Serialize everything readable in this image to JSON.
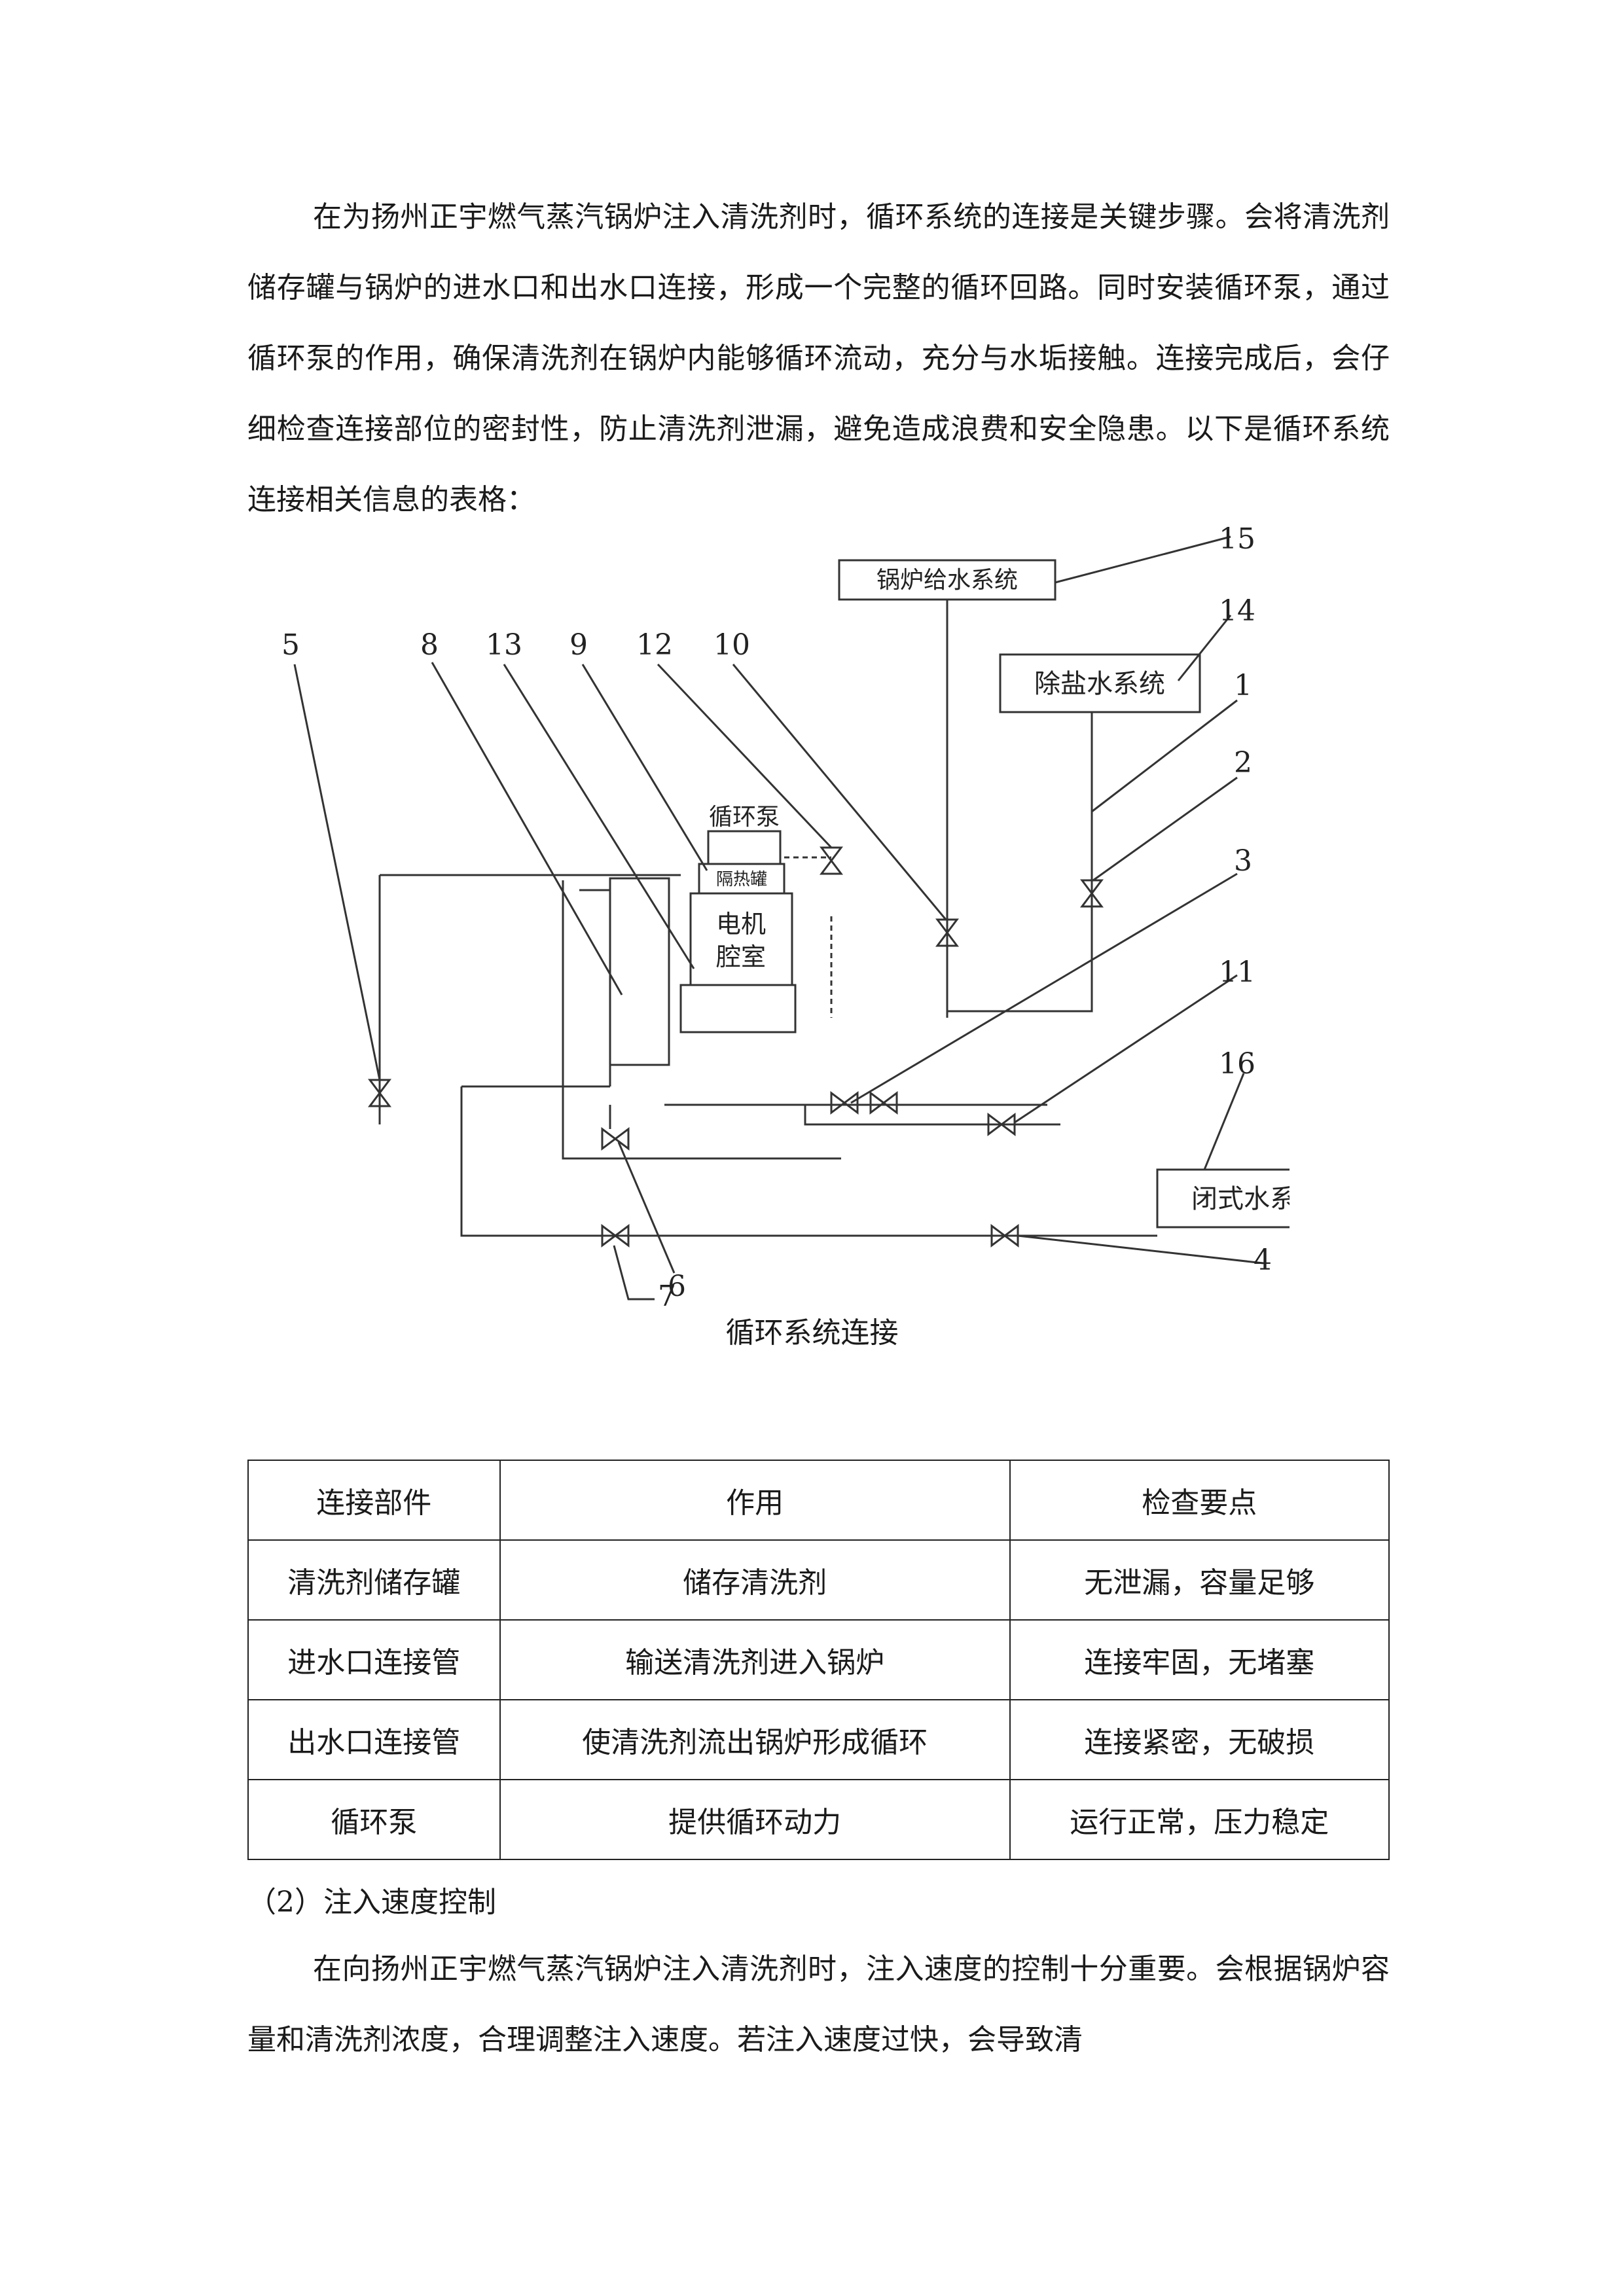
{
  "intro_paragraph": "在为扬州正宇燃气蒸汽锅炉注入清洗剂时，循环系统的连接是关键步骤。会将清洗剂储存罐与锅炉的进水口和出水口连接，形成一个完整的循环回路。同时安装循环泵，通过循环泵的作用，确保清洗剂在锅炉内能够循环流动，充分与水垢接触。连接完成后，会仔细检查连接部位的密封性，防止清洗剂泄漏，避免造成浪费和安全隐患。以下是循环系统连接相关信息的表格：",
  "diagram": {
    "boxes": {
      "boiler_feed": "锅炉给水系统",
      "demineralized": "除盐水系统",
      "closed_water": "闭式水系统",
      "pump": "循环泵",
      "insulation": "隔热罐",
      "motor_line1": "电机",
      "motor_line2": "腔室"
    },
    "callouts": {
      "n1": "1",
      "n2": "2",
      "n3": "3",
      "n4": "4",
      "n5": "5",
      "n6": "6",
      "n7": "7",
      "n8": "8",
      "n9": "9",
      "n10": "10",
      "n11": "11",
      "n12": "12",
      "n13": "13",
      "n14": "14",
      "n15": "15",
      "n16": "16"
    }
  },
  "caption": "循环系统连接",
  "table": {
    "headers": [
      "连接部件",
      "作用",
      "检查要点"
    ],
    "rows": [
      [
        "清洗剂储存罐",
        "储存清洗剂",
        "无泄漏，容量足够"
      ],
      [
        "进水口连接管",
        "输送清洗剂进入锅炉",
        "连接牢固，无堵塞"
      ],
      [
        "出水口连接管",
        "使清洗剂流出锅炉形成循环",
        "连接紧密，无破损"
      ],
      [
        "循环泵",
        "提供循环动力",
        "运行正常，压力稳定"
      ]
    ]
  },
  "subheading": "（2）注入速度控制",
  "paragraph2": "在向扬州正宇燃气蒸汽锅炉注入清洗剂时，注入速度的控制十分重要。会根据锅炉容量和清洗剂浓度，合理调整注入速度。若注入速度过快，会导致清"
}
